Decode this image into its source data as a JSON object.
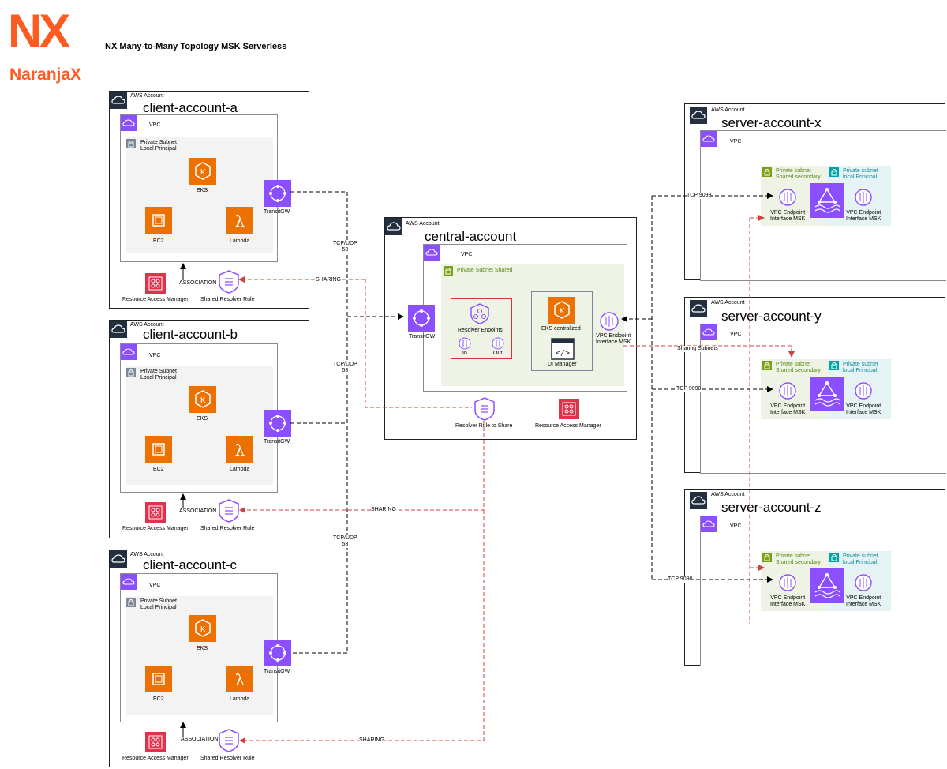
{
  "header": {
    "logo_mark": "NX",
    "logo_word": "NaranjaX",
    "title": "NX Many-to-Many Topology MSK Serverless",
    "brand_color": "#ff5a1f",
    "brand_color2": "#6b2bd6"
  },
  "common": {
    "aws_account": "AWS Account",
    "vpc": "VPC",
    "private_subnet_local": "Private Subnet\nLocal Principal",
    "eks": "EKS",
    "ec2": "EC2",
    "lambda": "Lambda",
    "transitgw": "TransitGW",
    "ram": "Resource Access Manager",
    "shared_resolver_rule": "Shared Resolver Rule",
    "association": "ASSOCIATION",
    "sharing": "SHARING",
    "tcp_udp": "TCP/UDP\n53",
    "tcp9098": "TCP 9098",
    "ps_shared_secondary": "Private subnet\nShared secondary",
    "ps_local_principal": "Private subnet\nlocal Principal",
    "vpce_msk": "VPC Endpoint\nInterface MSK"
  },
  "clients": [
    {
      "name": "client-account-a"
    },
    {
      "name": "client-account-b"
    },
    {
      "name": "client-account-c"
    }
  ],
  "servers": [
    {
      "name": "server-account-x"
    },
    {
      "name": "server-account-y"
    },
    {
      "name": "server-account-z"
    }
  ],
  "central": {
    "name": "central-account",
    "private_subnet_shared": "Private Subnet Shared",
    "resolver_endpoints": "Resolver Enpoints",
    "in": "In",
    "out": "Out",
    "eks_centralized": "EKS centralized",
    "ui_manager": "UI Manager",
    "vpce_msk": "VPC Endpoint\nInterface MSK",
    "resolver_rule_to_share": "Resolver Rule to Share",
    "ram": "Resource Access Manager",
    "sharing_subnets": "Sharing Subnets"
  },
  "colors": {
    "orange": "#ed7100",
    "purple": "#8c4fff",
    "red": "#dd344c",
    "green": "#7aa116",
    "teal": "#00a4a6",
    "dark": "#232f3e"
  }
}
